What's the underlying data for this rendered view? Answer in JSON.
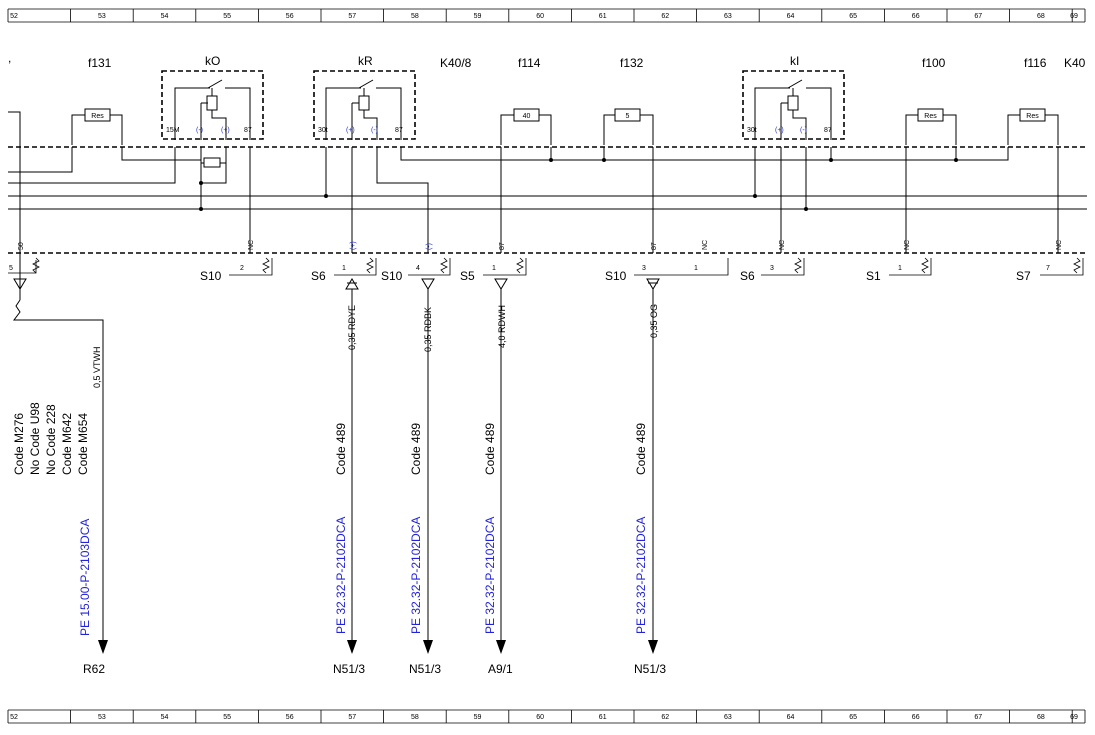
{
  "ruler": {
    "columns": [
      "52",
      "53",
      "54",
      "55",
      "56",
      "57",
      "58",
      "59",
      "60",
      "61",
      "62",
      "63",
      "64",
      "65",
      "66",
      "67",
      "68",
      "69"
    ]
  },
  "components": {
    "f131": "f131",
    "kO": "kO",
    "kR": "kR",
    "k40_8": "K40/8",
    "f114": "f114",
    "f132": "f132",
    "kI": "kI",
    "f100": "f100",
    "f116": "f116",
    "k40_right": "K40"
  },
  "fuse_labels": {
    "f131": "Res",
    "f114": "40",
    "f132": "5",
    "f100": "Res",
    "f116": "Res"
  },
  "relay_pins": {
    "kO": [
      "15M",
      "(-)",
      "(+)",
      "87"
    ],
    "kR": [
      "30t",
      "(+)",
      "(-)",
      "87"
    ],
    "kI": [
      "30t",
      "(+)",
      "(-)",
      "87"
    ]
  },
  "connector_pins": {
    "c50": "50",
    "c_nc1": "NC",
    "c_plus": "(+)",
    "c_minus": "(-)",
    "c87a": "87",
    "c87b": "87",
    "c_nc2": "NC",
    "c_nc3": "NC",
    "c_nc4": "NC",
    "c_nc5": "NC"
  },
  "switch_groups": [
    "S10",
    "S6",
    "S10",
    "S5",
    "S10",
    "S6",
    "S1",
    "S7"
  ],
  "terminal_numbers": [
    "5",
    "2",
    "1",
    "4",
    "1",
    "3",
    "1",
    "3",
    "1",
    "7"
  ],
  "wires": [
    {
      "id": "w1",
      "spec": "0,5 VTWH",
      "codes": [
        "Code M276",
        "No Code U98",
        "No Code 228",
        "Code M642",
        "Code M654"
      ],
      "ref": "PE 15.00-P-2103DCA",
      "dest": "R62"
    },
    {
      "id": "w2",
      "spec": "0,35 RDYE",
      "codes": [
        "Code 489"
      ],
      "ref": "PE 32.32-P-2102DCA",
      "dest": "N51/3"
    },
    {
      "id": "w3",
      "spec": "0,35 RDBK",
      "codes": [
        "Code 489"
      ],
      "ref": "PE 32.32-P-2102DCA",
      "dest": "N51/3"
    },
    {
      "id": "w4",
      "spec": "4,0 RDWH",
      "codes": [
        "Code 489"
      ],
      "ref": "PE 32.32-P-2102DCA",
      "dest": "A9/1"
    },
    {
      "id": "w5",
      "spec": "0,35 OG",
      "codes": [
        "Code 489"
      ],
      "ref": "PE 32.32-P-2102DCA",
      "dest": "N51/3"
    }
  ]
}
